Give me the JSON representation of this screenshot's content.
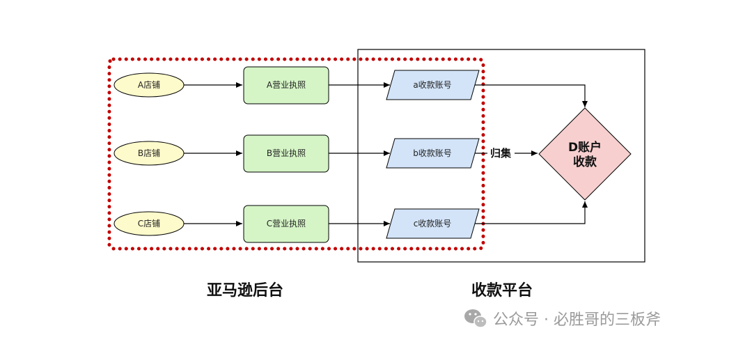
{
  "diagram": {
    "stores": [
      "A店铺",
      "B店铺",
      "C店铺"
    ],
    "licenses": [
      "A营业执照",
      "B营业执照",
      "C营业执照"
    ],
    "accounts": [
      "a收款账号",
      "b收款账号",
      "c收款账号"
    ],
    "collect_label": "归集",
    "target": {
      "line1": "D账户",
      "line2": "收款"
    },
    "group_amazon": "亚马逊后台",
    "group_platform": "收款平台"
  },
  "watermark": {
    "text": "公众号 · 必胜哥的三板斧",
    "icon": "wechat-icon"
  },
  "colors": {
    "store_fill": "#fdfacb",
    "license_fill": "#d5f5c6",
    "account_fill": "#d3e4f9",
    "target_fill": "#f7cfcf",
    "dotted_border": "#c00000"
  }
}
